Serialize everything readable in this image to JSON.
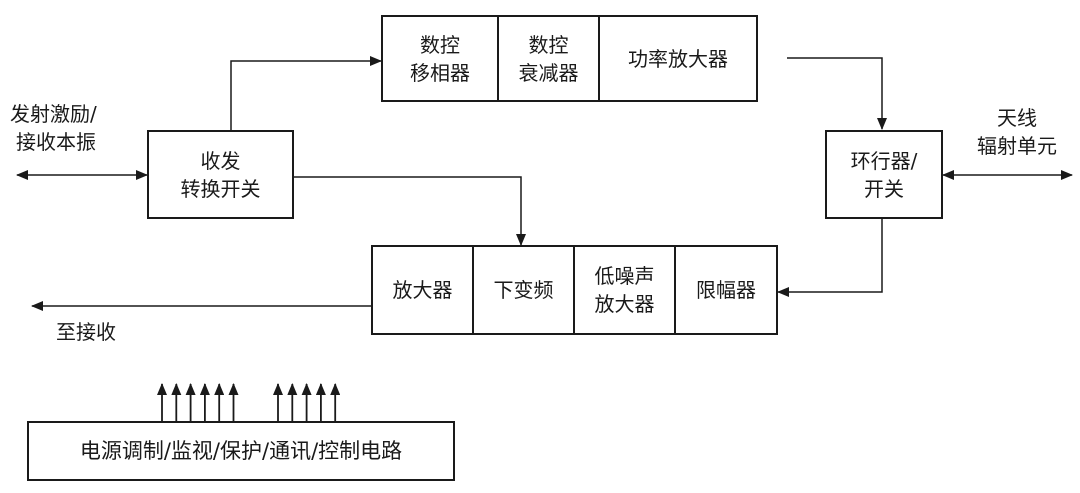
{
  "diagram": {
    "type": "block-diagram",
    "title": "",
    "colors": {
      "line": "#1a1a1a",
      "background": "#ffffff"
    },
    "external_labels": {
      "tx_input": [
        "发射激励/",
        "接收本振"
      ],
      "antenna": [
        "天线",
        "辐射单元"
      ],
      "to_receiver": "至接收"
    },
    "blocks": {
      "trx_switch": [
        "收发",
        "转换开关"
      ],
      "phase_shifter": [
        "数控",
        "移相器"
      ],
      "attenuator": [
        "数控",
        "衰减器"
      ],
      "power_amp": [
        "功率放大器"
      ],
      "circulator": [
        "环行器/",
        "开关"
      ],
      "limiter": [
        "限幅器"
      ],
      "lna": [
        "低噪声",
        "放大器"
      ],
      "downconverter": [
        "下变频"
      ],
      "amplifier": [
        "放大器"
      ],
      "control": [
        "电源调制/监视/保护/通讯/控制电路"
      ]
    },
    "control_arrow_groups": [
      6,
      5
    ],
    "connections": [
      {
        "from": "tx_input",
        "to": "trx_switch",
        "bidirectional": true
      },
      {
        "from": "trx_switch",
        "to": "phase_shifter"
      },
      {
        "from": "phase_shifter",
        "to": "attenuator"
      },
      {
        "from": "attenuator",
        "to": "power_amp"
      },
      {
        "from": "power_amp",
        "to": "circulator"
      },
      {
        "from": "circulator",
        "to": "antenna",
        "bidirectional": true
      },
      {
        "from": "circulator",
        "to": "limiter"
      },
      {
        "from": "limiter",
        "to": "lna"
      },
      {
        "from": "lna",
        "to": "downconverter"
      },
      {
        "from": "trx_switch",
        "to": "downconverter"
      },
      {
        "from": "downconverter",
        "to": "amplifier"
      },
      {
        "from": "amplifier",
        "to": "to_receiver"
      }
    ]
  }
}
